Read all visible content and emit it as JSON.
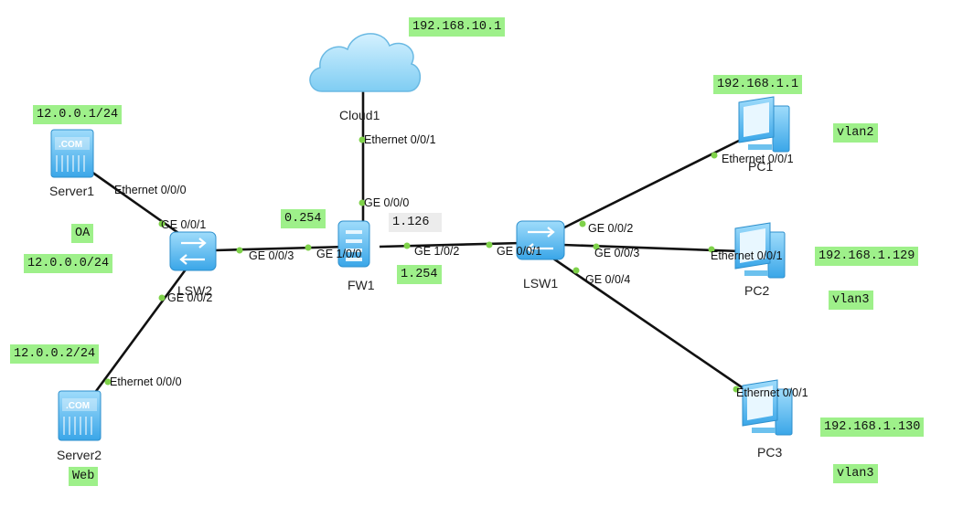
{
  "devices": {
    "cloud1": "Cloud1",
    "fw1": "FW1",
    "lsw1": "LSW1",
    "lsw2": "LSW2",
    "server1": "Server1",
    "server2": "Server2",
    "pc1": "PC1",
    "pc2": "PC2",
    "pc3": "PC3"
  },
  "ports": {
    "cloud1_eth": "Ethernet 0/0/1",
    "fw1_ge000": "GE 0/0/0",
    "fw1_ge100": "GE 1/0/0",
    "fw1_ge102": "GE 1/0/2",
    "lsw2_ge001": "GE 0/0/1",
    "lsw2_ge002": "GE 0/0/2",
    "lsw2_ge003": "GE 0/0/3",
    "lsw1_ge001": "GE 0/0/1",
    "lsw1_ge002": "GE 0/0/2",
    "lsw1_ge003": "GE 0/0/3",
    "lsw1_ge004": "GE 0/0/4",
    "server1_eth": "Ethernet 0/0/0",
    "server2_eth": "Ethernet 0/0/0",
    "pc1_eth": "Ethernet 0/0/1",
    "pc2_eth": "Ethernet 0/0/1",
    "pc3_eth": "Ethernet 0/0/1"
  },
  "notes": {
    "cloud_ip": "192.168.10.1",
    "pc1_ip": "192.168.1.1",
    "pc1_vlan": "vlan2",
    "pc2_ip": "192.168.1.129",
    "pc2_vlan": "vlan3",
    "pc3_ip": "192.168.1.130",
    "pc3_vlan": "vlan3",
    "server1_ip": "12.0.0.1/24",
    "server2_ip": "12.0.0.2/24",
    "oa": "OA",
    "oa_net": "12.0.0.0/24",
    "web": "Web",
    "fw_0254": "0.254",
    "fw_1126": "1.126",
    "fw_1254": "1.254"
  },
  "colors": {
    "note_bg": "#9ef08a",
    "note_gray": "#ececec",
    "port_dot": "#7fd24a",
    "device_blue": "#4fb2ec",
    "link": "#111111"
  },
  "icons": [
    "cloud-icon",
    "firewall-icon",
    "switch-icon",
    "server-icon",
    "pc-icon"
  ]
}
